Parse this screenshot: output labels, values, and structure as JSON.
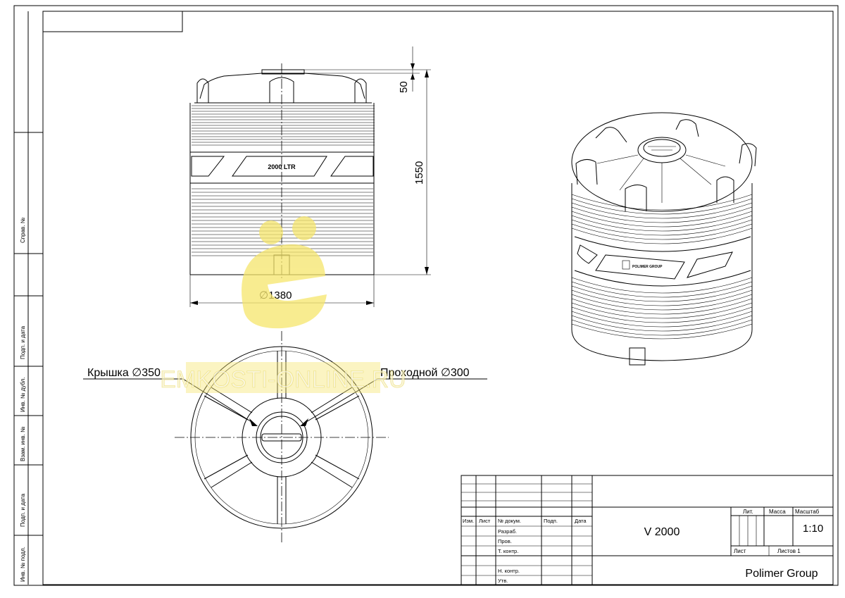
{
  "drawing": {
    "dim_top": "50",
    "dim_height": "1550",
    "dim_diameter": "∅1380",
    "tank_label": "2000 LTR",
    "lid_label": "Крышка ∅350",
    "manhole_label": "Проходной ∅300",
    "brand_badge": "POLIMER GROUP"
  },
  "watermark": {
    "text": "EMKOSTI-ONLINE.RU",
    "color": "#f5e56b"
  },
  "side_frame": {
    "labels": [
      "Справ. №",
      "Подп. и дата",
      "Инв. № дубл.",
      "Взам. инв. №",
      "Подп. и дата",
      "Инв. № подл."
    ]
  },
  "title_block": {
    "col_headers": [
      "Изм.",
      "Лист",
      "№ докум.",
      "Подп.",
      "Дата"
    ],
    "rows": [
      "Разраб.",
      "Пров.",
      "Т. контр.",
      "",
      "Н. контр.",
      "Утв."
    ],
    "designation": "V 2000",
    "lit": "Лит.",
    "mass": "Масса",
    "scale_label": "Масштаб",
    "scale_value": "1:10",
    "sheet": "Лист",
    "sheets": "Листов 1",
    "company": "Polimer Group"
  }
}
